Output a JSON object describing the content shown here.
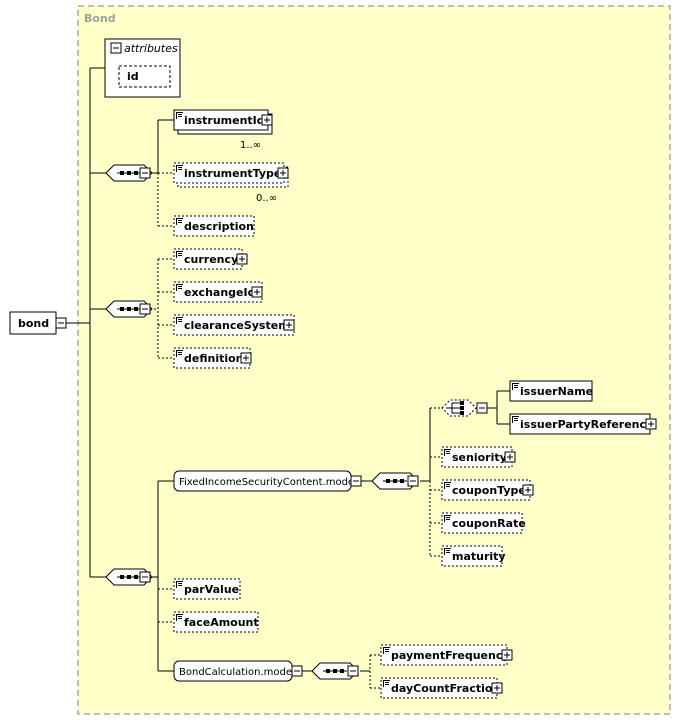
{
  "diagram": {
    "group_title": "Bond",
    "root": {
      "label": "bond"
    },
    "attributes": {
      "title": "attributes",
      "items": [
        "id"
      ]
    },
    "seq1": {
      "elements": [
        {
          "label": "instrumentId",
          "occurs": "1..∞"
        },
        {
          "label": "instrumentType",
          "occurs": "0..∞"
        },
        {
          "label": "description"
        }
      ]
    },
    "seq2": {
      "elements": [
        {
          "label": "currency"
        },
        {
          "label": "exchangeId"
        },
        {
          "label": "clearanceSystem"
        },
        {
          "label": "definition"
        }
      ]
    },
    "seq3": {
      "fixed_income_group": "FixedIncomeSecurityContent.model",
      "choice_elements": [
        {
          "label": "issuerName"
        },
        {
          "label": "issuerPartyReference"
        }
      ],
      "fixed_income_elements": [
        {
          "label": "seniority"
        },
        {
          "label": "couponType"
        },
        {
          "label": "couponRate"
        },
        {
          "label": "maturity"
        }
      ],
      "par_value": "parValue",
      "face_amount": "faceAmount",
      "bond_calc_group": "BondCalculation.model",
      "bond_calc_elements": [
        {
          "label": "paymentFrequency"
        },
        {
          "label": "dayCountFraction"
        }
      ]
    }
  }
}
